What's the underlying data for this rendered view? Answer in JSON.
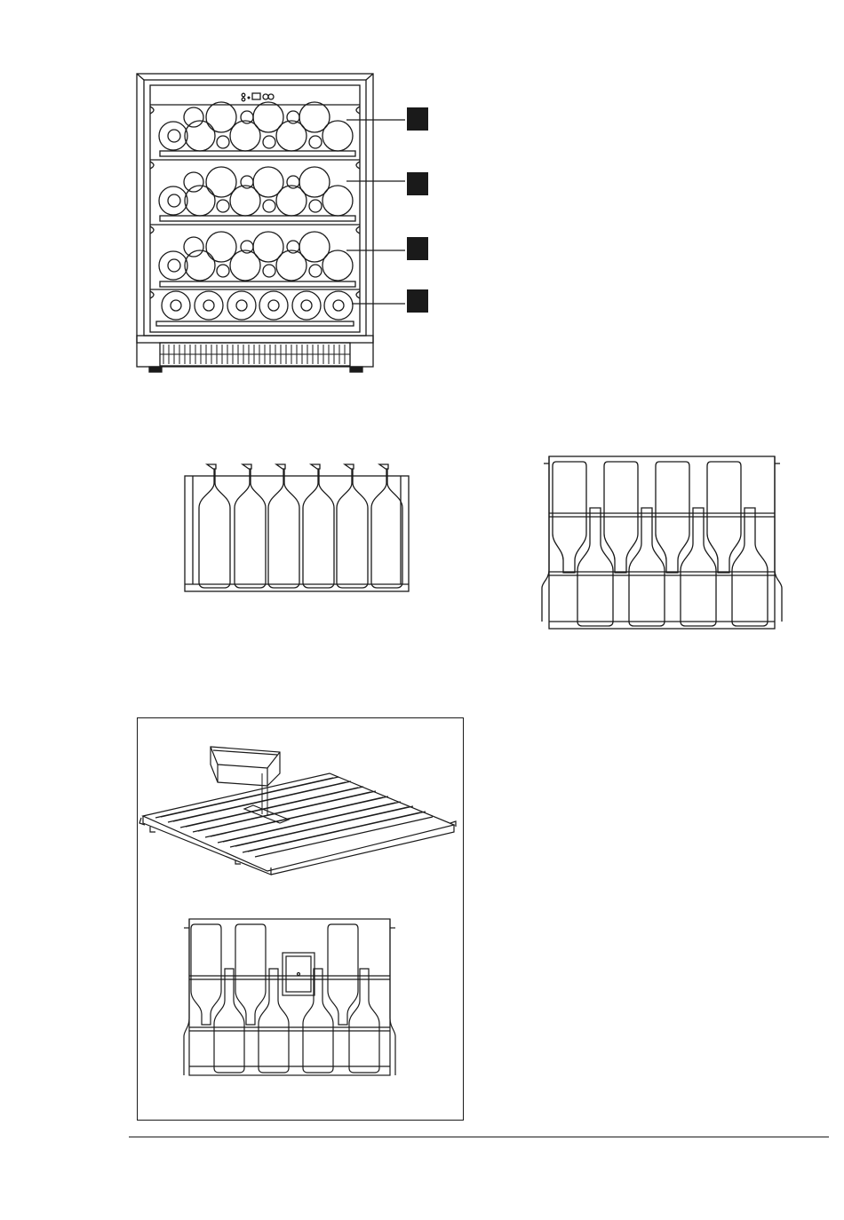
{
  "page": {
    "figures": [
      {
        "id": "cabinet"
      },
      {
        "id": "front-rack"
      },
      {
        "id": "top-rack"
      },
      {
        "id": "shelf-box"
      }
    ],
    "cabinet": {
      "shelf_count": 4,
      "callout_markers": 4
    },
    "colors": {
      "line": "#1a1a1a",
      "marker": "#1a1a1a",
      "paper": "#ffffff"
    }
  }
}
